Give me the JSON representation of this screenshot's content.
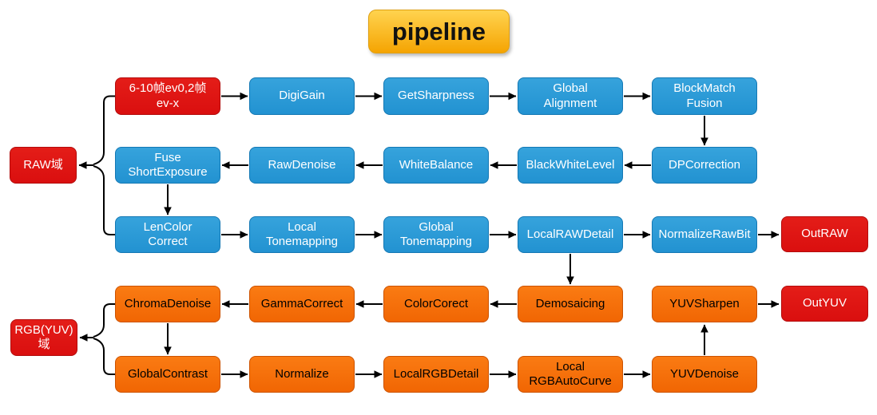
{
  "title": {
    "label": "pipeline"
  },
  "colors": {
    "blue_node": "#2292d1",
    "orange_node": "#f16603",
    "red_node": "#da0f0f",
    "title_gold": "#f5a402",
    "arrow": "#000000",
    "background": "#ffffff"
  },
  "nodes": {
    "frames_in": {
      "label": "6-10帧ev0,2帧\nev-x"
    },
    "digi_gain": {
      "label": "DigiGain"
    },
    "get_sharpness": {
      "label": "GetSharpness"
    },
    "global_alignment": {
      "label": "Global\nAlignment"
    },
    "blockmatch_fusion": {
      "label": "BlockMatch\nFusion"
    },
    "raw_domain": {
      "label": "RAW域"
    },
    "fuse_short_exposure": {
      "label": "Fuse\nShortExposure"
    },
    "raw_denoise": {
      "label": "RawDenoise"
    },
    "white_balance": {
      "label": "WhiteBalance"
    },
    "black_white_level": {
      "label": "BlackWhiteLevel"
    },
    "dp_correction": {
      "label": "DPCorrection"
    },
    "len_color_correct": {
      "label": "LenColor\nCorrect"
    },
    "local_tonemapping": {
      "label": "Local\nTonemapping"
    },
    "global_tonemapping": {
      "label": "Global\nTonemapping"
    },
    "local_raw_detail": {
      "label": "LocalRAWDetail"
    },
    "normalize_raw_bit": {
      "label": "NormalizeRawBit"
    },
    "out_raw": {
      "label": "OutRAW"
    },
    "chroma_denoise": {
      "label": "ChromaDenoise"
    },
    "gamma_correct": {
      "label": "GammaCorrect"
    },
    "color_corect": {
      "label": "ColorCorect"
    },
    "demosaicing": {
      "label": "Demosaicing"
    },
    "yuv_sharpen": {
      "label": "YUVSharpen"
    },
    "out_yuv": {
      "label": "OutYUV"
    },
    "rgb_domain": {
      "label": "RGB(YUV)\n域"
    },
    "global_contrast": {
      "label": "GlobalContrast"
    },
    "normalize": {
      "label": "Normalize"
    },
    "local_rgb_detail": {
      "label": "LocalRGBDetail"
    },
    "local_rgb_auto_curve": {
      "label": "Local\nRGBAutoCurve"
    },
    "yuv_denoise": {
      "label": "YUVDenoise"
    }
  },
  "edges": [
    {
      "from": "frames_in",
      "to": "digi_gain"
    },
    {
      "from": "digi_gain",
      "to": "get_sharpness"
    },
    {
      "from": "get_sharpness",
      "to": "global_alignment"
    },
    {
      "from": "global_alignment",
      "to": "blockmatch_fusion"
    },
    {
      "from": "blockmatch_fusion",
      "to": "dp_correction"
    },
    {
      "from": "dp_correction",
      "to": "black_white_level"
    },
    {
      "from": "black_white_level",
      "to": "white_balance"
    },
    {
      "from": "white_balance",
      "to": "raw_denoise"
    },
    {
      "from": "raw_denoise",
      "to": "fuse_short_exposure"
    },
    {
      "from": "fuse_short_exposure",
      "to": "len_color_correct"
    },
    {
      "from": "len_color_correct",
      "to": "local_tonemapping"
    },
    {
      "from": "local_tonemapping",
      "to": "global_tonemapping"
    },
    {
      "from": "global_tonemapping",
      "to": "local_raw_detail"
    },
    {
      "from": "local_raw_detail",
      "to": "normalize_raw_bit"
    },
    {
      "from": "normalize_raw_bit",
      "to": "out_raw"
    },
    {
      "from": "local_raw_detail",
      "to": "demosaicing"
    },
    {
      "from": "demosaicing",
      "to": "color_corect"
    },
    {
      "from": "color_corect",
      "to": "gamma_correct"
    },
    {
      "from": "gamma_correct",
      "to": "chroma_denoise"
    },
    {
      "from": "chroma_denoise",
      "to": "global_contrast"
    },
    {
      "from": "global_contrast",
      "to": "normalize"
    },
    {
      "from": "normalize",
      "to": "local_rgb_detail"
    },
    {
      "from": "local_rgb_detail",
      "to": "local_rgb_auto_curve"
    },
    {
      "from": "local_rgb_auto_curve",
      "to": "yuv_denoise"
    },
    {
      "from": "yuv_denoise",
      "to": "yuv_sharpen"
    },
    {
      "from": "yuv_sharpen",
      "to": "out_yuv"
    },
    {
      "from": "frames_in",
      "to": "raw_domain"
    },
    {
      "from": "len_color_correct",
      "to": "raw_domain"
    },
    {
      "from": "chroma_denoise",
      "to": "rgb_domain"
    },
    {
      "from": "global_contrast",
      "to": "rgb_domain"
    }
  ]
}
